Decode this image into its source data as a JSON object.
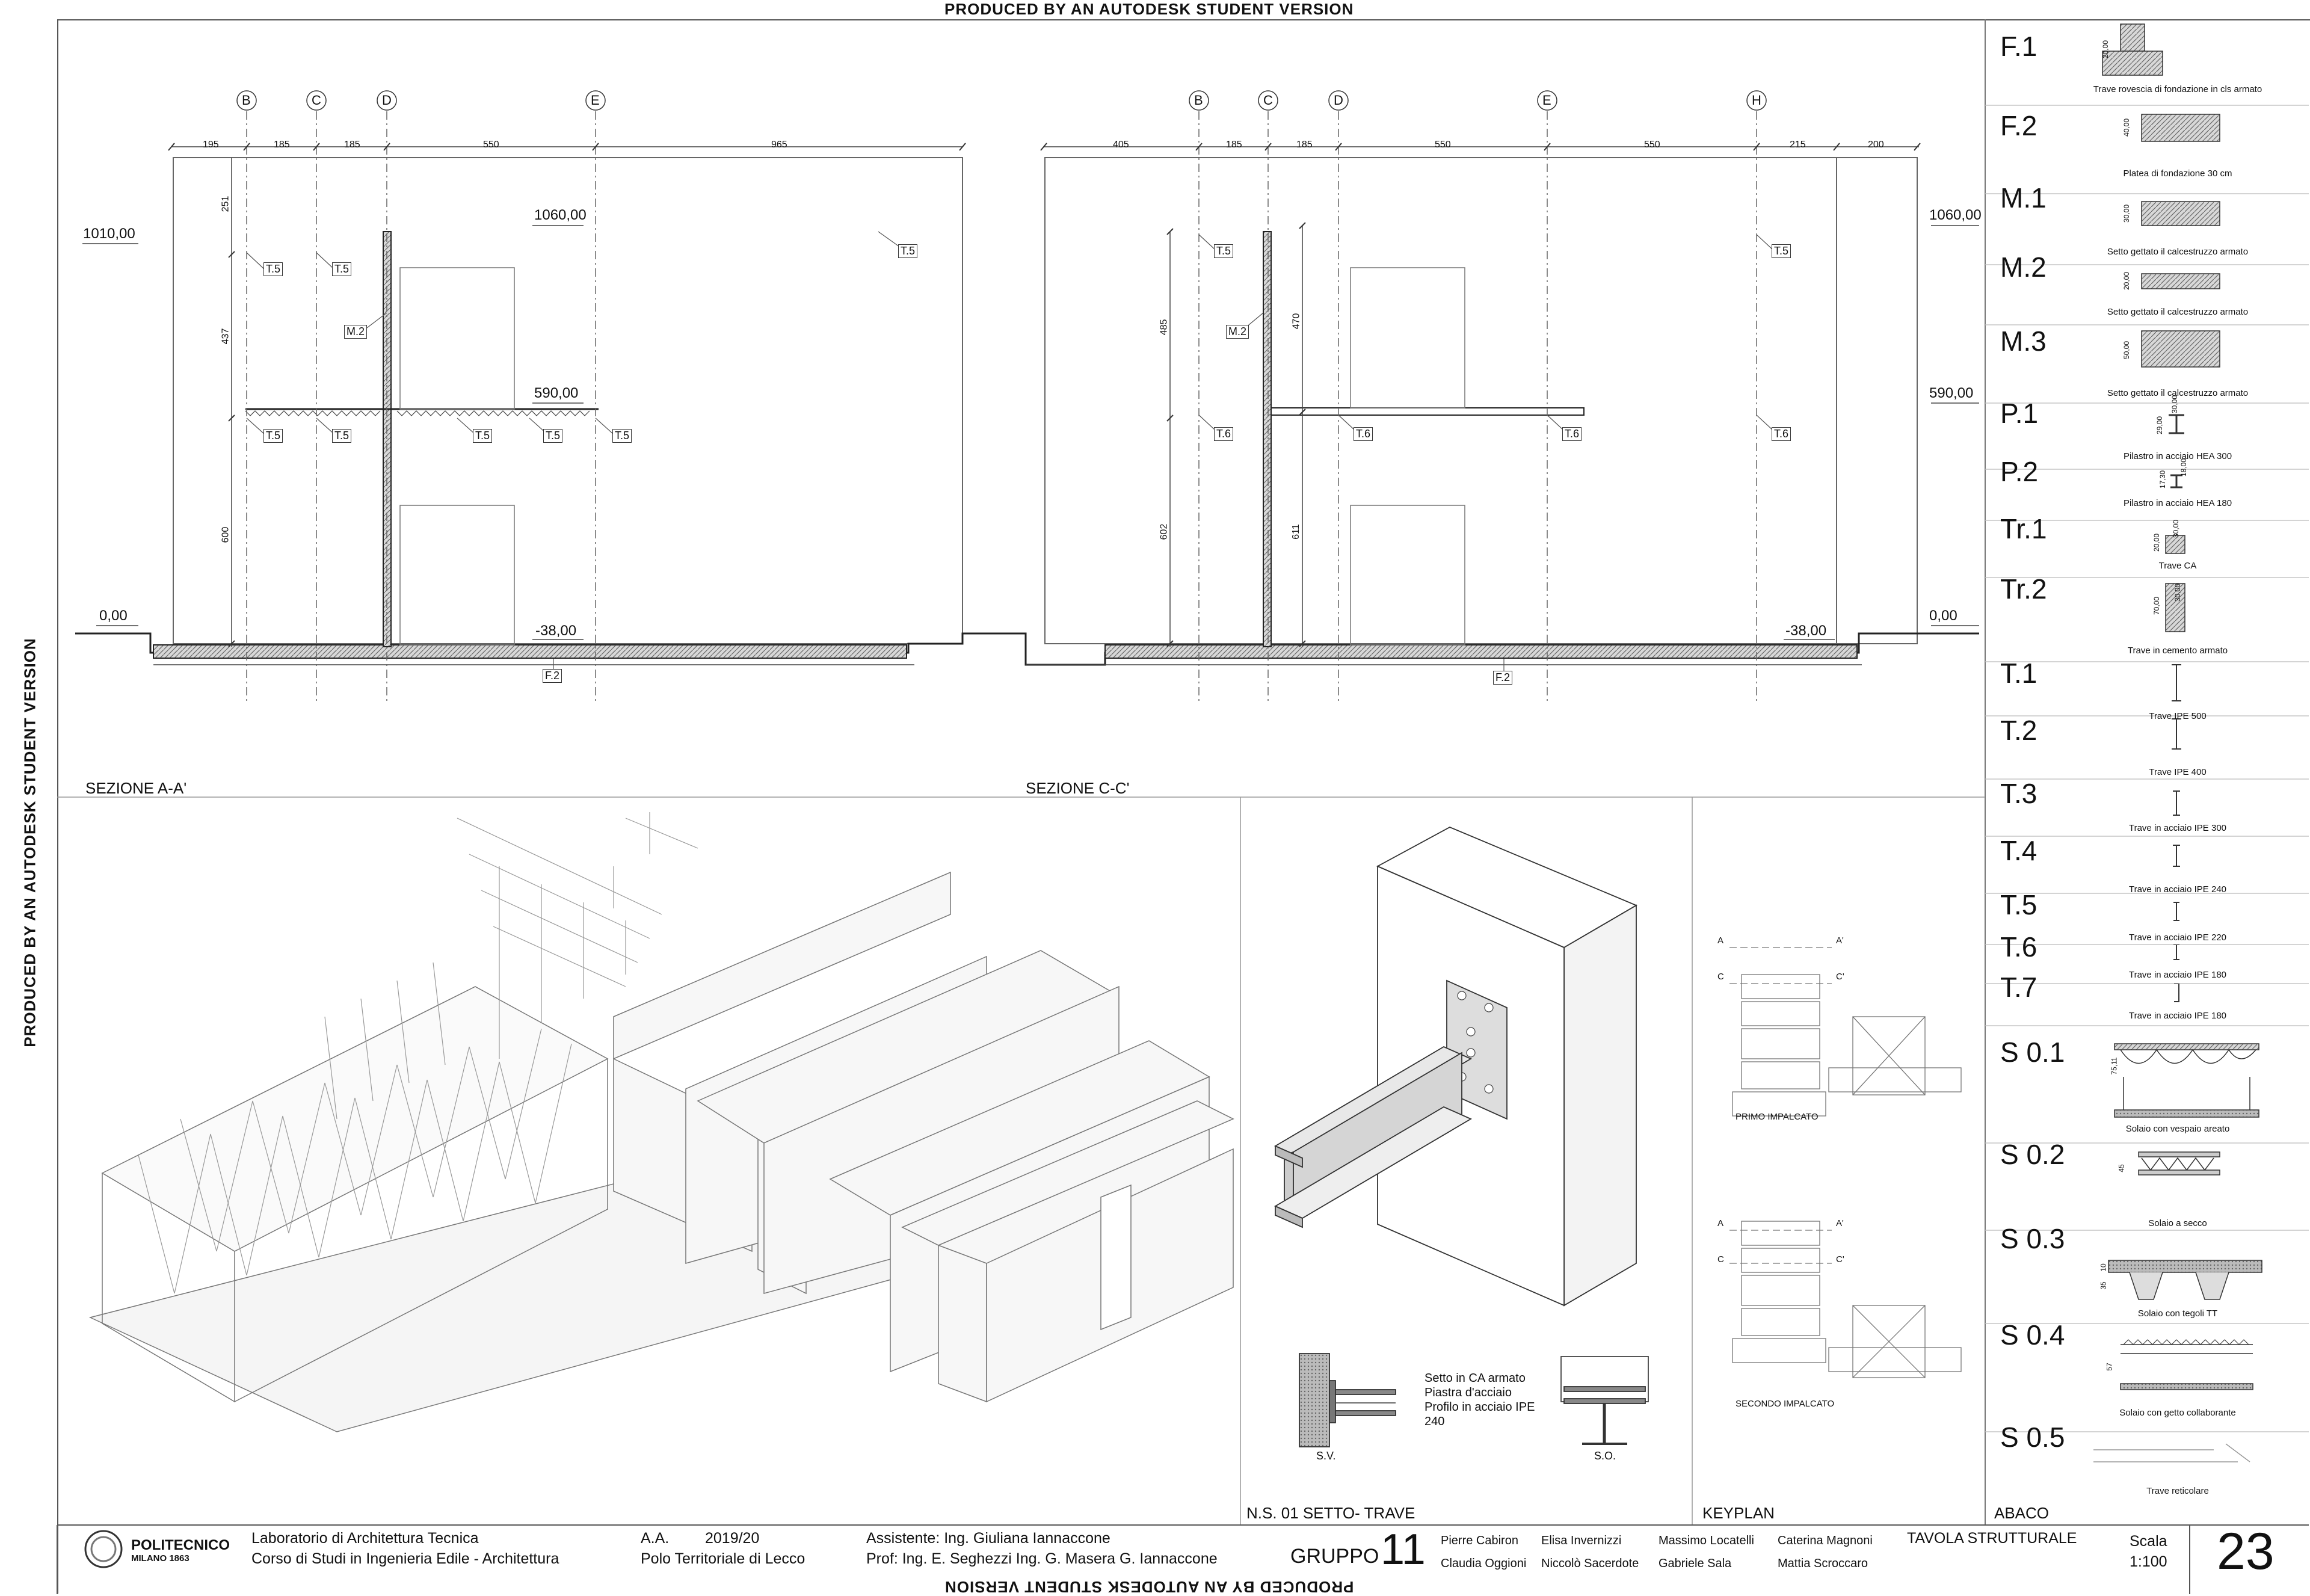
{
  "watermark": "PRODUCED BY AN AUTODESK STUDENT VERSION",
  "section_aa": {
    "title": "SEZIONE A-A'",
    "axes": [
      "B",
      "C",
      "D",
      "E"
    ],
    "dims": [
      "195",
      "185",
      "185",
      "550",
      "965"
    ],
    "vdims": [
      "251",
      "437",
      "600"
    ],
    "levels": [
      "1060,00",
      "1010,00",
      "590,00",
      "0,00",
      "-38,00"
    ],
    "tags": {
      "m2": "M.2",
      "f2": "F.2",
      "t5": "T.5"
    }
  },
  "section_cc": {
    "title": "SEZIONE C-C'",
    "axes": [
      "B",
      "C",
      "D",
      "E",
      "H"
    ],
    "dims": [
      "405",
      "185",
      "185",
      "550",
      "550",
      "215",
      "200"
    ],
    "vdims": [
      "485",
      "602",
      "470",
      "611"
    ],
    "levels": [
      "1060,00",
      "590,00",
      "0,00",
      "-38,00"
    ],
    "tags": {
      "m2": "M.2",
      "f2": "F.2",
      "t5": "T.5",
      "t6": "T.6"
    }
  },
  "detail": {
    "title": "N.S. 01 SETTO- TRAVE",
    "notes": [
      "Setto in CA armato",
      "Piastra d'acciaio",
      "Profilo in acciaio IPE",
      "240"
    ],
    "sv": "S.V.",
    "so": "S.O."
  },
  "keyplan": {
    "title": "KEYPLAN",
    "first": "PRIMO IMPALCATO",
    "second": "SECONDO IMPALCATO",
    "cuts": [
      "A",
      "A'",
      "C",
      "C'"
    ]
  },
  "abaco": {
    "title": "ABACO",
    "items": [
      {
        "code": "F.1",
        "desc": "Trave rovescia di fondazione in cls armato"
      },
      {
        "code": "F.2",
        "desc": "Platea di fondazione 30 cm"
      },
      {
        "code": "M.1",
        "desc": "Setto gettato il calcestruzzo armato"
      },
      {
        "code": "M.2",
        "desc": "Setto gettato il calcestruzzo armato"
      },
      {
        "code": "M.3",
        "desc": "Setto gettato il calcestruzzo armato"
      },
      {
        "code": "P.1",
        "desc": "Pilastro in acciaio HEA 300"
      },
      {
        "code": "P.2",
        "desc": "Pilastro in acciaio HEA 180"
      },
      {
        "code": "Tr.1",
        "desc": "Trave CA"
      },
      {
        "code": "Tr.2",
        "desc": "Trave in cemento armato"
      },
      {
        "code": "T.1",
        "desc": "Trave IPE 500"
      },
      {
        "code": "T.2",
        "desc": "Trave IPE 400"
      },
      {
        "code": "T.3",
        "desc": "Trave in acciaio IPE 300"
      },
      {
        "code": "T.4",
        "desc": "Trave in acciaio IPE 240"
      },
      {
        "code": "T.5",
        "desc": "Trave in acciaio IPE 220"
      },
      {
        "code": "T.6",
        "desc": "Trave in acciaio IPE 180"
      },
      {
        "code": "T.7",
        "desc": "Trave in acciaio IPE 180"
      },
      {
        "code": "S 0.1",
        "desc": "Solaio con vespaio areato"
      },
      {
        "code": "S 0.2",
        "desc": "Solaio a secco"
      },
      {
        "code": "S 0.3",
        "desc": "Solaio con tegoli TT"
      },
      {
        "code": "S 0.4",
        "desc": "Solaio con getto collaborante"
      },
      {
        "code": "S 0.5",
        "desc": "Trave reticolare"
      }
    ],
    "dims": [
      "20,00",
      "40,00",
      "30,00",
      "20,00",
      "50,00",
      "30,00",
      "29,00",
      "18,00",
      "17,30",
      "30,00",
      "20,00",
      "30,00",
      "70,00",
      "75,11",
      "45",
      "35",
      "10",
      "57"
    ]
  },
  "title_block": {
    "school": "POLITECNICO",
    "school_sub": "MILANO 1863",
    "lab": "Laboratorio di Architettura Tecnica",
    "course": "Corso di Studi in Ingenieria Edile - Architettura",
    "aa_label": "A.A.",
    "aa_value": "2019/20",
    "campus": "Polo Territoriale di Lecco",
    "assistant": "Assistente: Ing. Giuliana Iannaccone",
    "profs": "Prof: Ing. E. Seghezzi Ing. G. Masera G. Iannaccone",
    "group_label": "GRUPPO",
    "group_number": "11",
    "members": [
      "Pierre Cabiron",
      "Elisa Invernizzi",
      "Massimo Locatelli",
      "Caterina Magnoni",
      "Claudia Oggioni",
      "Niccolò Sacerdote",
      "Gabriele Sala",
      "Mattia Scroccaro"
    ],
    "sheet_title": "TAVOLA STRUTTURALE",
    "scale_label": "Scala",
    "scale_value": "1:100",
    "sheet_number": "23"
  }
}
